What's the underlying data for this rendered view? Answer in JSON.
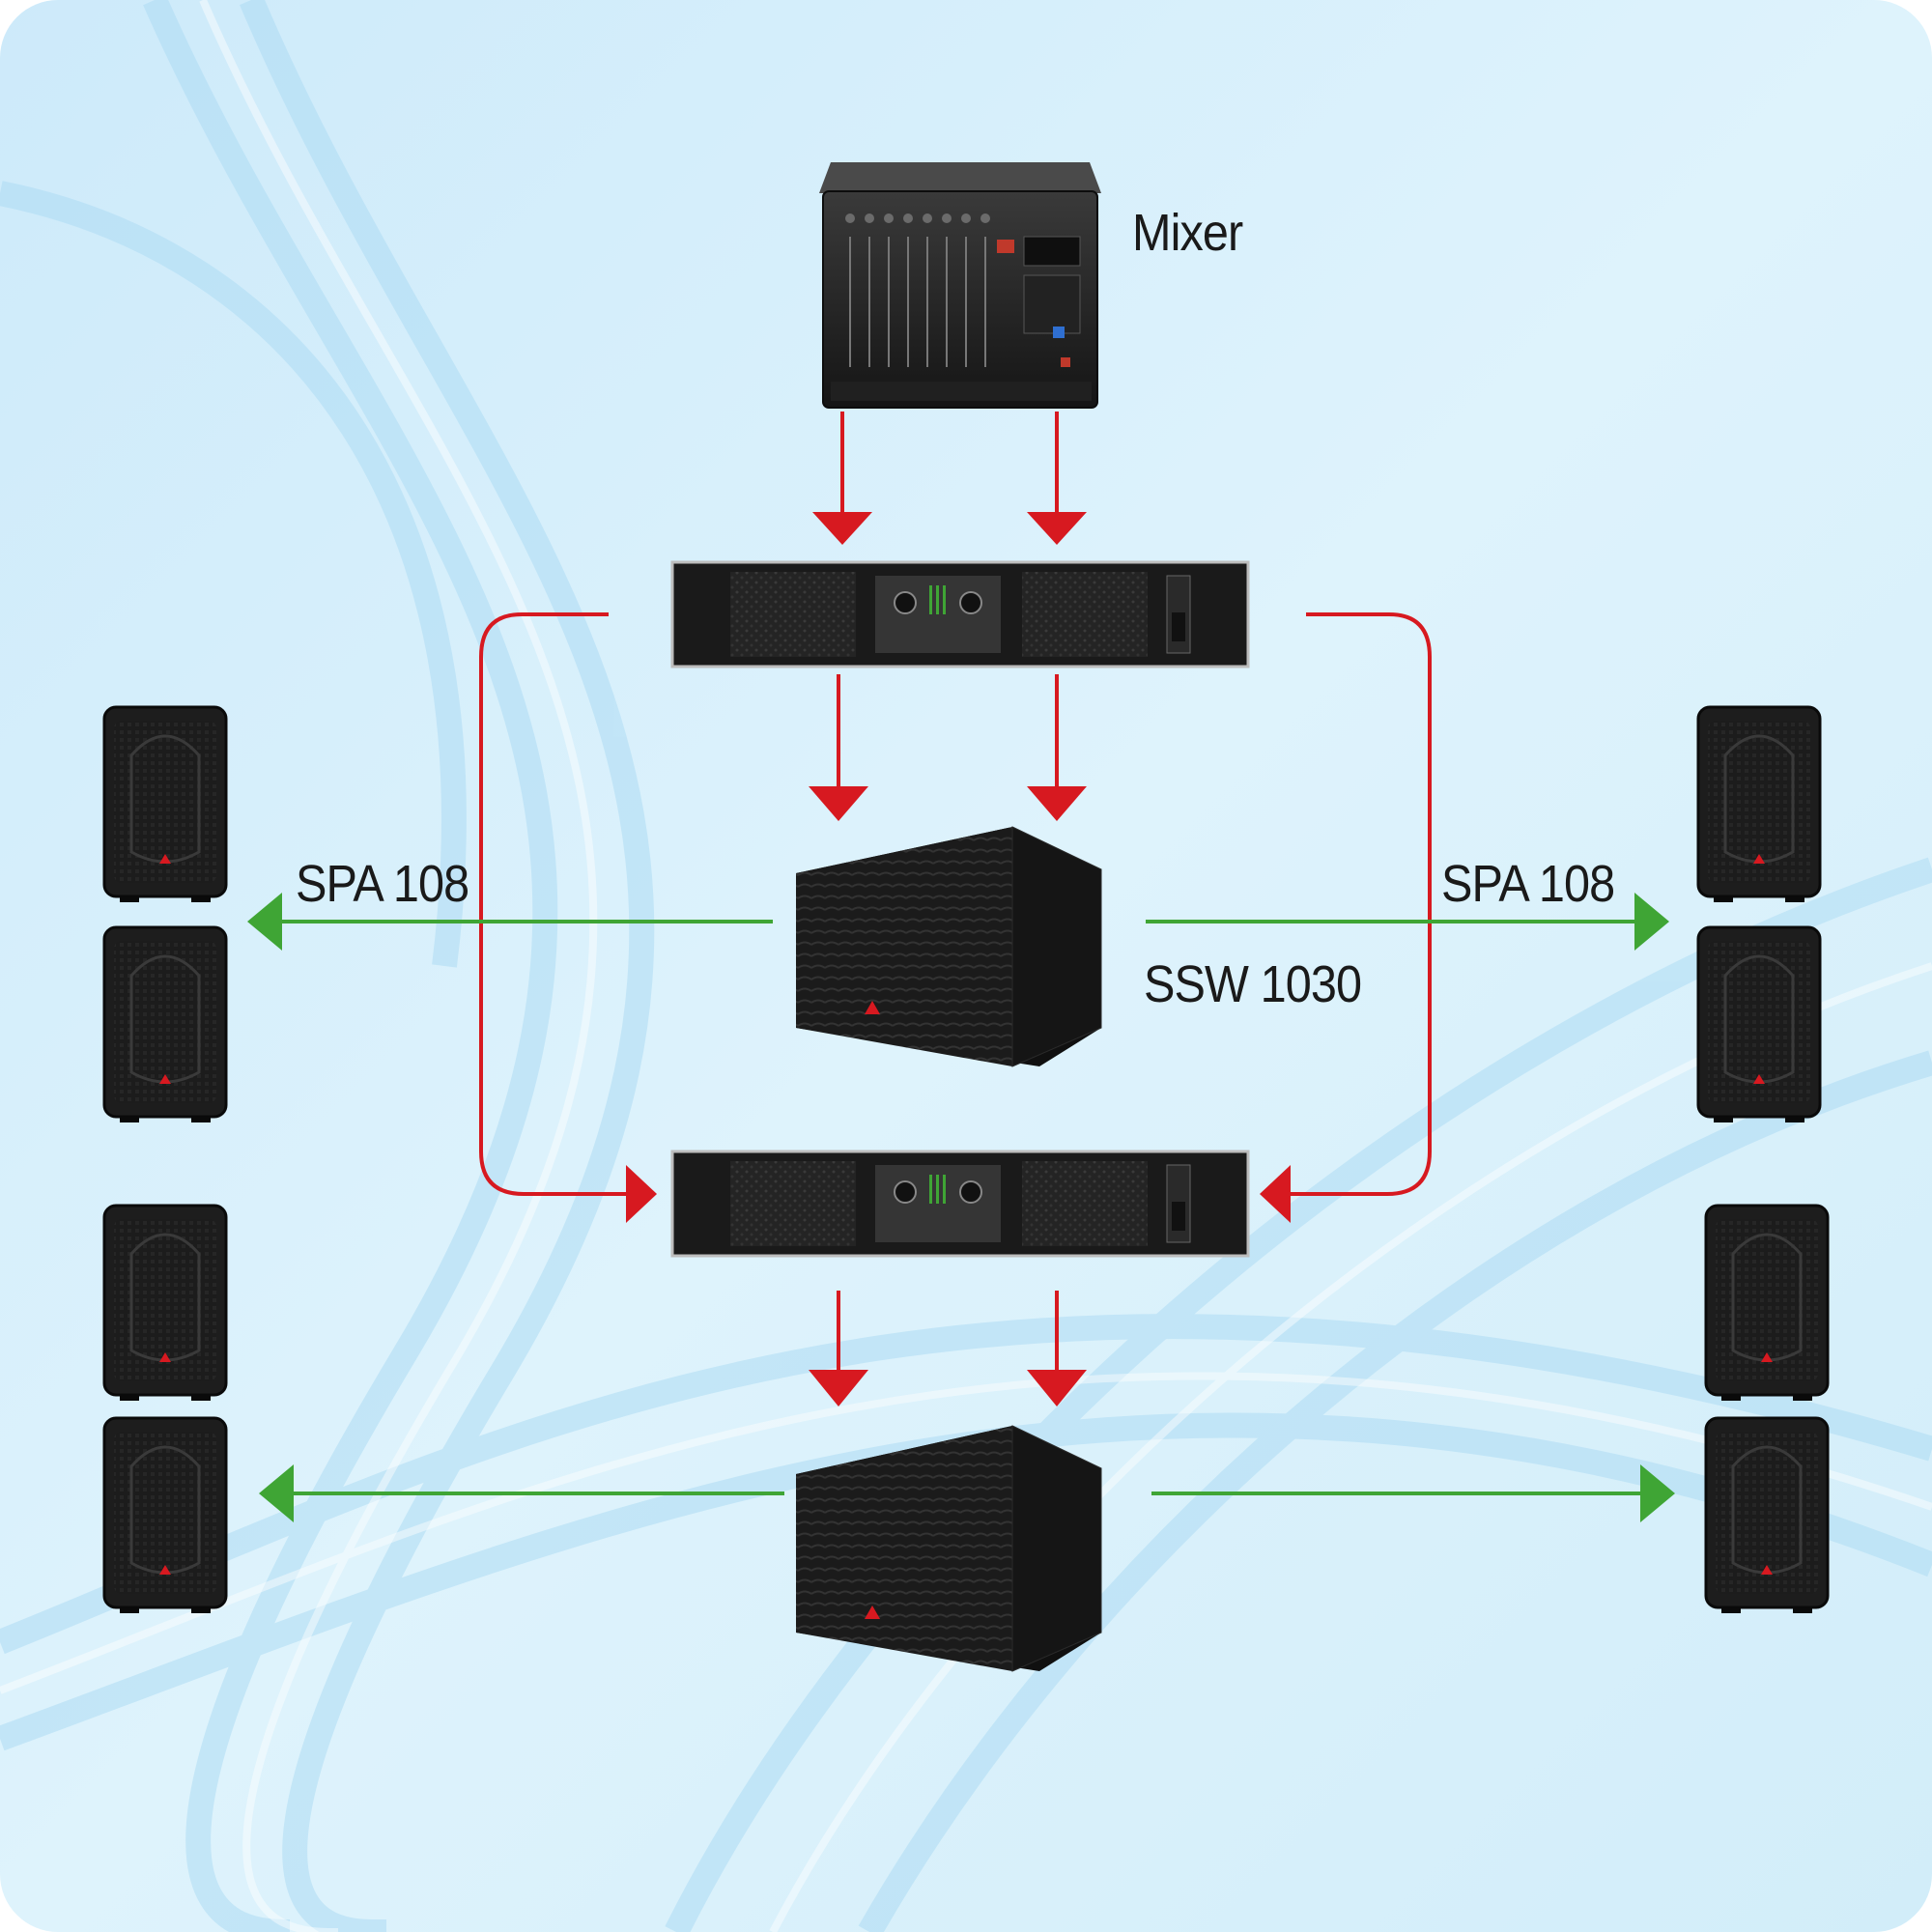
{
  "labels": {
    "mixer": "Mixer",
    "spa_left": "SPA 108",
    "spa_right": "SPA 108",
    "ssw": "SSW 1030"
  },
  "colors": {
    "background": "#d6effa",
    "wave": "#a8daf4",
    "signal_arrow": "#d71920",
    "speaker_arrow": "#3fa535",
    "device_body": "#1c1c1c"
  },
  "icons": [
    "mixer-icon",
    "amplifier-icon",
    "subwoofer-icon",
    "speaker-icon"
  ]
}
